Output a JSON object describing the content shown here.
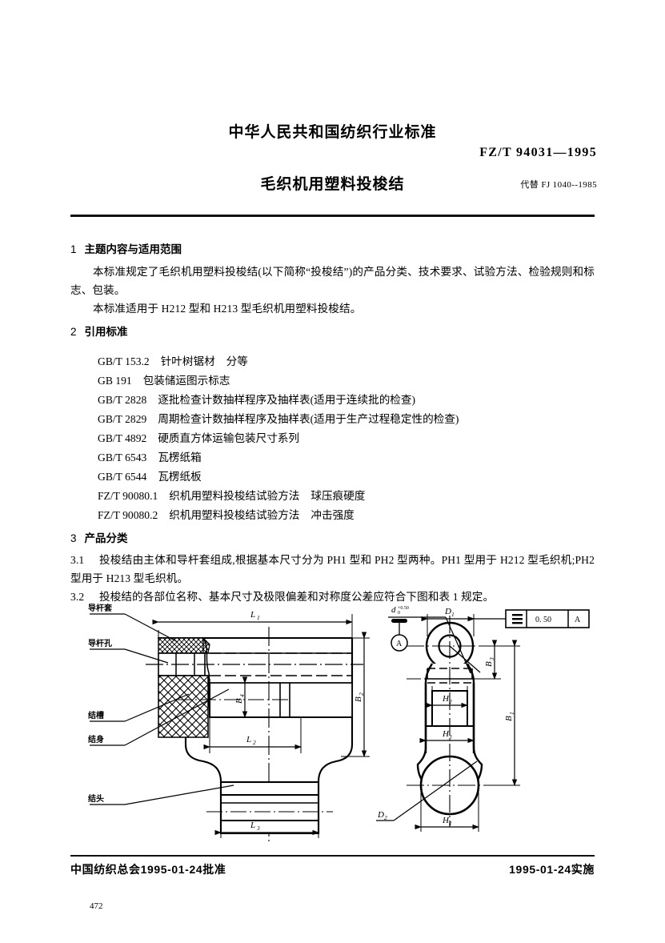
{
  "header": {
    "organization": "中华人民共和国纺织行业标准",
    "standard_number": "FZ/T 94031—1995",
    "title": "毛织机用塑料投梭结",
    "replaces": "代替 FJ 1040--1985"
  },
  "sections": {
    "s1": {
      "number": "1",
      "heading": "主题内容与适用范围",
      "p1": "本标准规定了毛织机用塑料投梭结(以下简称“投梭结”)的产品分类、技术要求、试验方法、检验规则和标志、包装。",
      "p2": "本标准适用于 H212 型和 H213 型毛织机用塑料投梭结。"
    },
    "s2": {
      "number": "2",
      "heading": "引用标准",
      "references": [
        {
          "code": "GB/T 153.2",
          "title": "针叶树锯材",
          "tail": "分等"
        },
        {
          "code": "GB 191",
          "title": "包装储运图示标志",
          "tail": ""
        },
        {
          "code": "GB/T 2828",
          "title": "逐批检查计数抽样程序及抽样表(适用于连续批的检查)",
          "tail": ""
        },
        {
          "code": "GB/T 2829",
          "title": "周期检查计数抽样程序及抽样表(适用于生产过程稳定性的检查)",
          "tail": ""
        },
        {
          "code": "GB/T 4892",
          "title": "硬质直方体运输包装尺寸系列",
          "tail": ""
        },
        {
          "code": "GB/T 6543",
          "title": "瓦楞纸箱",
          "tail": ""
        },
        {
          "code": "GB/T 6544",
          "title": "瓦楞纸板",
          "tail": ""
        },
        {
          "code": "FZ/T 90080.1",
          "title": "织机用塑料投梭结试验方法",
          "tail": "球压痕硬度"
        },
        {
          "code": "FZ/T 90080.2",
          "title": "织机用塑料投梭结试验方法",
          "tail": "冲击强度"
        }
      ]
    },
    "s3": {
      "number": "3",
      "heading": "产品分类",
      "c31_num": "3.1",
      "c31": "投梭结由主体和导杆套组成,根据基本尺寸分为 PH1 型和 PH2 型两种。PH1 型用于 H212 型毛织机;PH2 型用于 H213 型毛织机。",
      "c32_num": "3.2",
      "c32": "投梭结的各部位名称、基本尺寸及极限偏差和对称度公差应符合下图和表 1 规定。"
    }
  },
  "figure": {
    "part_labels": {
      "guide_sleeve": "导杆套",
      "guide_hole": "导杆孔",
      "knot_groove": "结槽",
      "knot_body": "结身",
      "knot_head": "结头"
    },
    "dimensions": {
      "L1": "L",
      "L1s": "1",
      "L2": "L",
      "L2s": "2",
      "L3": "L",
      "L3s": "3",
      "B1": "B",
      "B1s": "1",
      "B2": "B",
      "B2s": "2",
      "B3": "B",
      "B3s": "3",
      "B4": "B",
      "B4s": "4",
      "D1": "D",
      "D1s": "1",
      "D2": "D",
      "D2s": "2",
      "H1": "H",
      "H1s": "1",
      "H2": "H",
      "H2s": "2",
      "H3": "H",
      "H3s": "3",
      "d_sym": "d",
      "d_upper": "+0.50",
      "d_lower": "0"
    },
    "datum_label": "A",
    "tolerance_frame": {
      "symbol": "symmetry-symbol",
      "value": "0. 50",
      "datum": "A"
    }
  },
  "footer": {
    "approval": "中国纺织总会1995-01-24批准",
    "implementation": "1995-01-24实施",
    "page_number": "472"
  }
}
